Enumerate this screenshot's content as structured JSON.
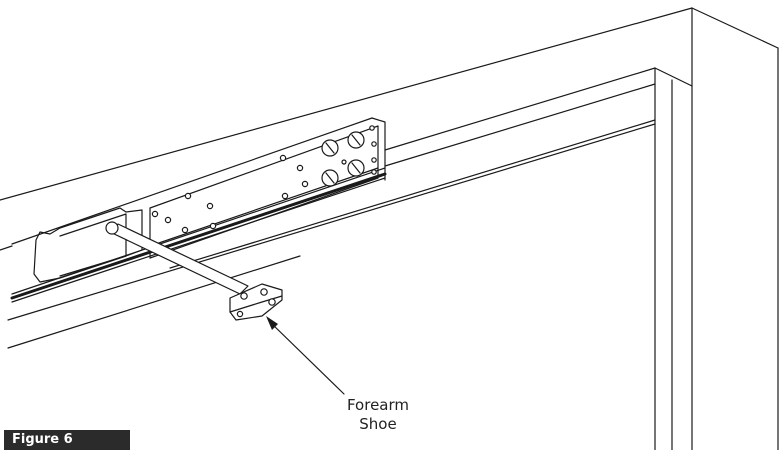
{
  "figure": {
    "label": "Figure 6",
    "callout": {
      "line1": "Forearm",
      "line2": "Shoe"
    },
    "colors": {
      "line": "#1a1a1a",
      "label_bg": "#2b2b2b",
      "label_text": "#ffffff"
    }
  }
}
